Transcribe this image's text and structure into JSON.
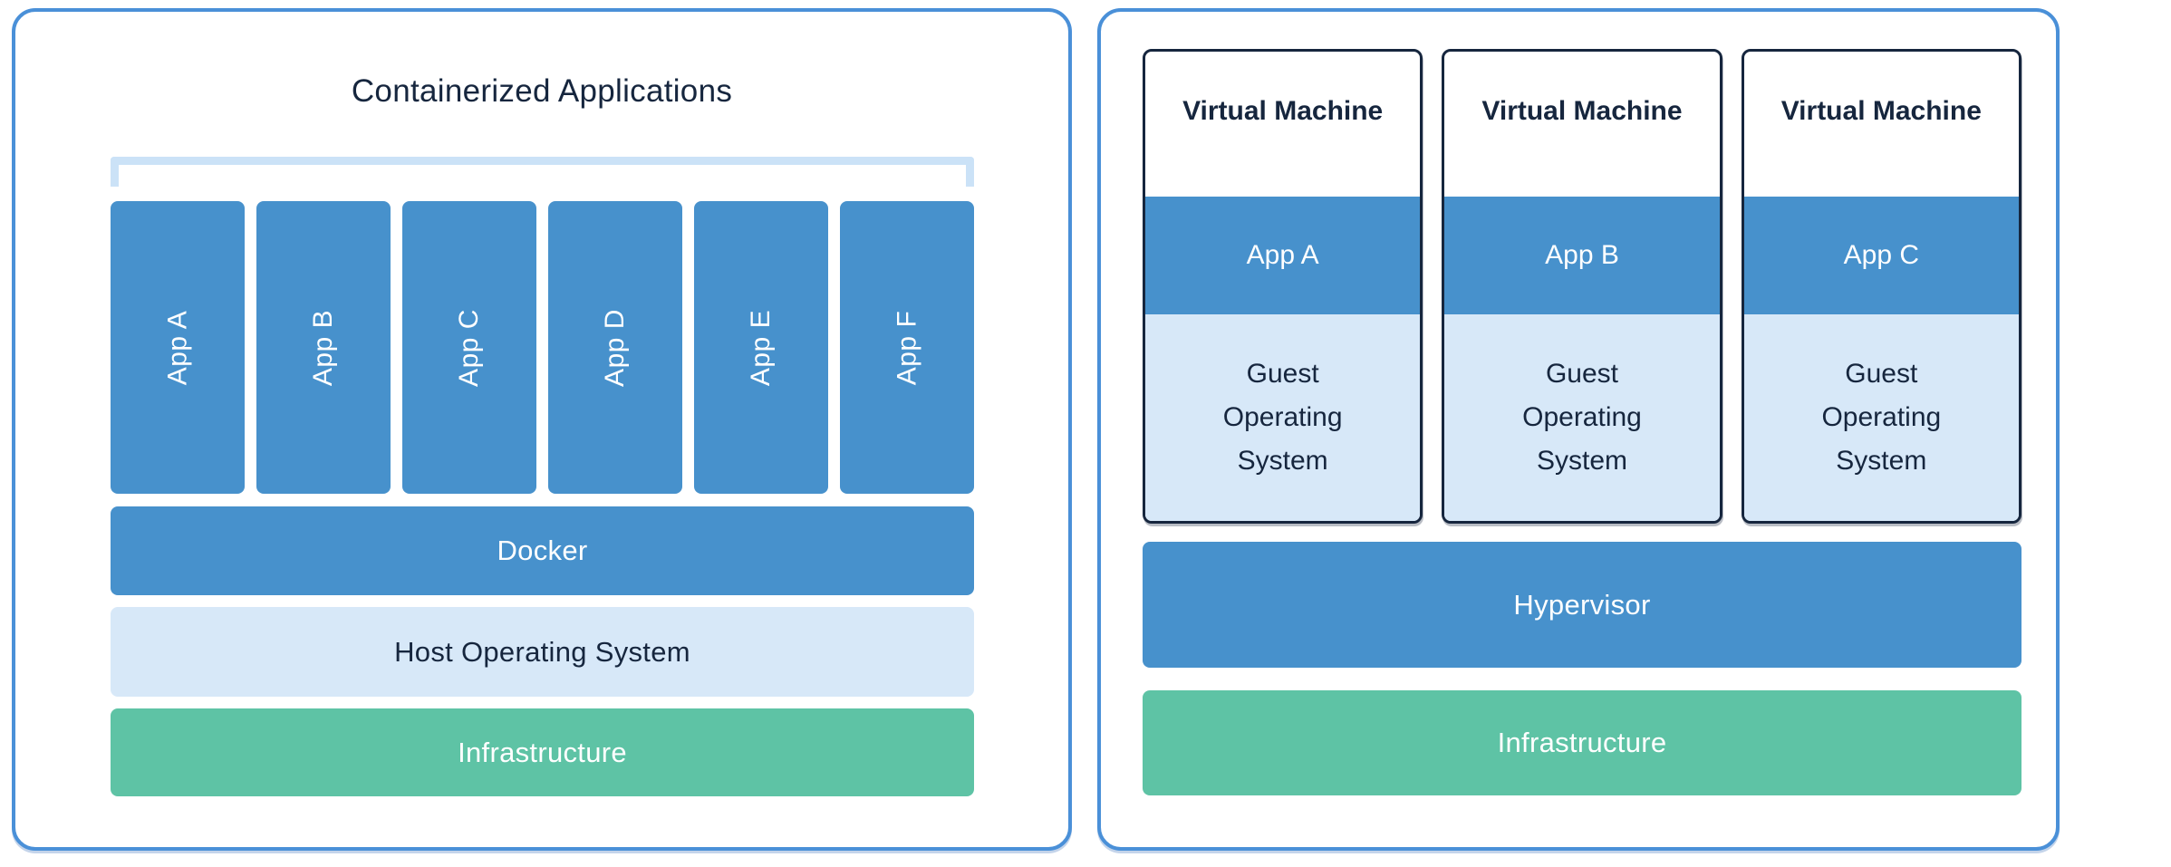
{
  "colors": {
    "panel_border": "#4A90D8",
    "bar_blue": "#4791CC",
    "light_blue": "#D7E8F8",
    "green": "#5EC3A5",
    "navy_text": "#16263E",
    "bracket_blue": "#CBE2F7",
    "white_text": "#FFFFFF"
  },
  "containers": {
    "title": "Containerized Applications",
    "apps": [
      "App A",
      "App B",
      "App C",
      "App D",
      "App E",
      "App F"
    ],
    "layers": [
      {
        "label": "Docker"
      },
      {
        "label": "Host Operating System"
      },
      {
        "label": "Infrastructure"
      }
    ]
  },
  "vms": {
    "boxes": [
      {
        "title": "Virtual Machine",
        "app": "App A",
        "guest_os": "Guest Operating System"
      },
      {
        "title": "Virtual Machine",
        "app": "App B",
        "guest_os": "Guest Operating System"
      },
      {
        "title": "Virtual Machine",
        "app": "App C",
        "guest_os": "Guest Operating System"
      }
    ],
    "layers": [
      {
        "label": "Hypervisor"
      },
      {
        "label": "Infrastructure"
      }
    ]
  }
}
